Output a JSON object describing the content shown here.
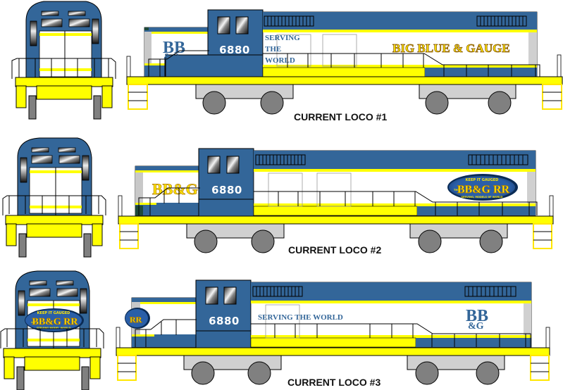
{
  "colors": {
    "body_blue": "#336699",
    "stripe_yellow": "#ffff00",
    "deck_yellow": "#ffff00",
    "white_panel": "#ffffff",
    "truck_gray": "#d0d0d0",
    "wheel_gray": "#808080",
    "outline": "#000000"
  },
  "locos": [
    {
      "caption": "CURRENT LOCO #1",
      "road_number": "6880",
      "short_hood_logo": "BB&G",
      "short_hood_logo_style": "stacked-blue",
      "long_hood_slogan": [
        "SERVING",
        "THE",
        "WORLD"
      ],
      "long_hood_name": "BIG BLUE & GAUGE",
      "nose_herald": null
    },
    {
      "caption": "CURRENT LOCO #2",
      "road_number": "6880",
      "short_hood_logo": "BB&G",
      "short_hood_logo_style": "yellow-outline",
      "long_hood_herald": {
        "top": "KEEP IT GAUGED",
        "prefix": "THE",
        "name": "BB&G RR",
        "bottom": "SERVING, MODELS OF WORLD"
      },
      "nose_herald": null
    },
    {
      "caption": "CURRENT LOCO #3",
      "road_number": "6880",
      "short_hood_herald": "RR",
      "long_hood_slogan_line": "SERVING THE WORLD",
      "long_hood_logo": "BB&G",
      "nose_herald": {
        "top": "KEEP IT GAUGED",
        "prefix": "THE",
        "name": "BB&G RR",
        "bottom": "SERVING MODEL WORLD"
      }
    }
  ],
  "logo_parts": {
    "bb": "BB",
    "amp_g": "&G",
    "amp": "&",
    "g": "G"
  }
}
